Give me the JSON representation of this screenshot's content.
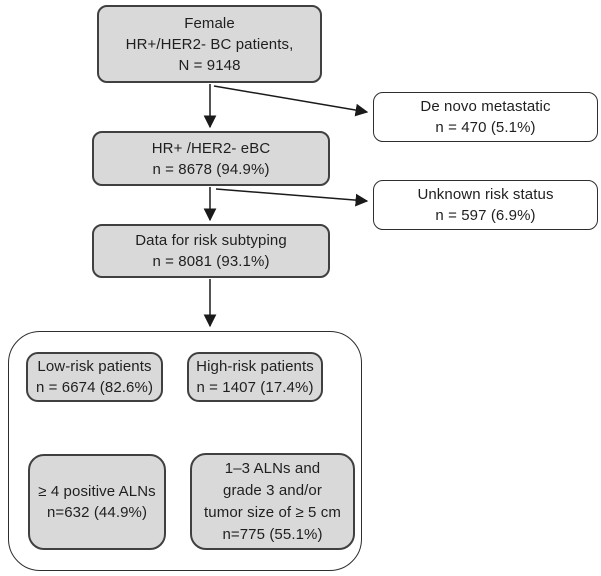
{
  "colors": {
    "page-bg": "#ffffff",
    "box-fill": "#d9d9d9",
    "box-border": "#404040",
    "white-box-fill": "#ffffff",
    "white-box-border": "#2e2e2e",
    "container-border": "#2e2e2e",
    "arrow": "#1a1a1a",
    "text": "#1f1f1f"
  },
  "nodes": {
    "total": {
      "lines": [
        "Female",
        "HR+/HER2- BC patients,",
        "N = 9148"
      ]
    },
    "de_novo": {
      "lines": [
        "De novo metastatic",
        "n = 470 (5.1%)"
      ]
    },
    "ebc": {
      "lines": [
        "HR+ /HER2- eBC",
        "n = 8678 (94.9%)"
      ]
    },
    "unknown": {
      "lines": [
        "Unknown risk status",
        "n = 597 (6.9%)"
      ]
    },
    "subtyping": {
      "lines": [
        "Data for risk subtyping",
        "n = 8081 (93.1%)"
      ]
    },
    "low_risk": {
      "lines": [
        "Low-risk patients",
        "n = 6674 (82.6%)"
      ]
    },
    "high_risk": {
      "lines": [
        "High-risk patients",
        "n = 1407 (17.4%)"
      ]
    },
    "aln4": {
      "lines": [
        "≥ 4 positive ALNs",
        "n=632 (44.9%)"
      ]
    },
    "aln13": {
      "lines": [
        "1–3 ALNs and",
        "grade 3 and/or",
        "tumor size of ≥ 5 cm",
        "n=775 (55.1%)"
      ]
    }
  }
}
